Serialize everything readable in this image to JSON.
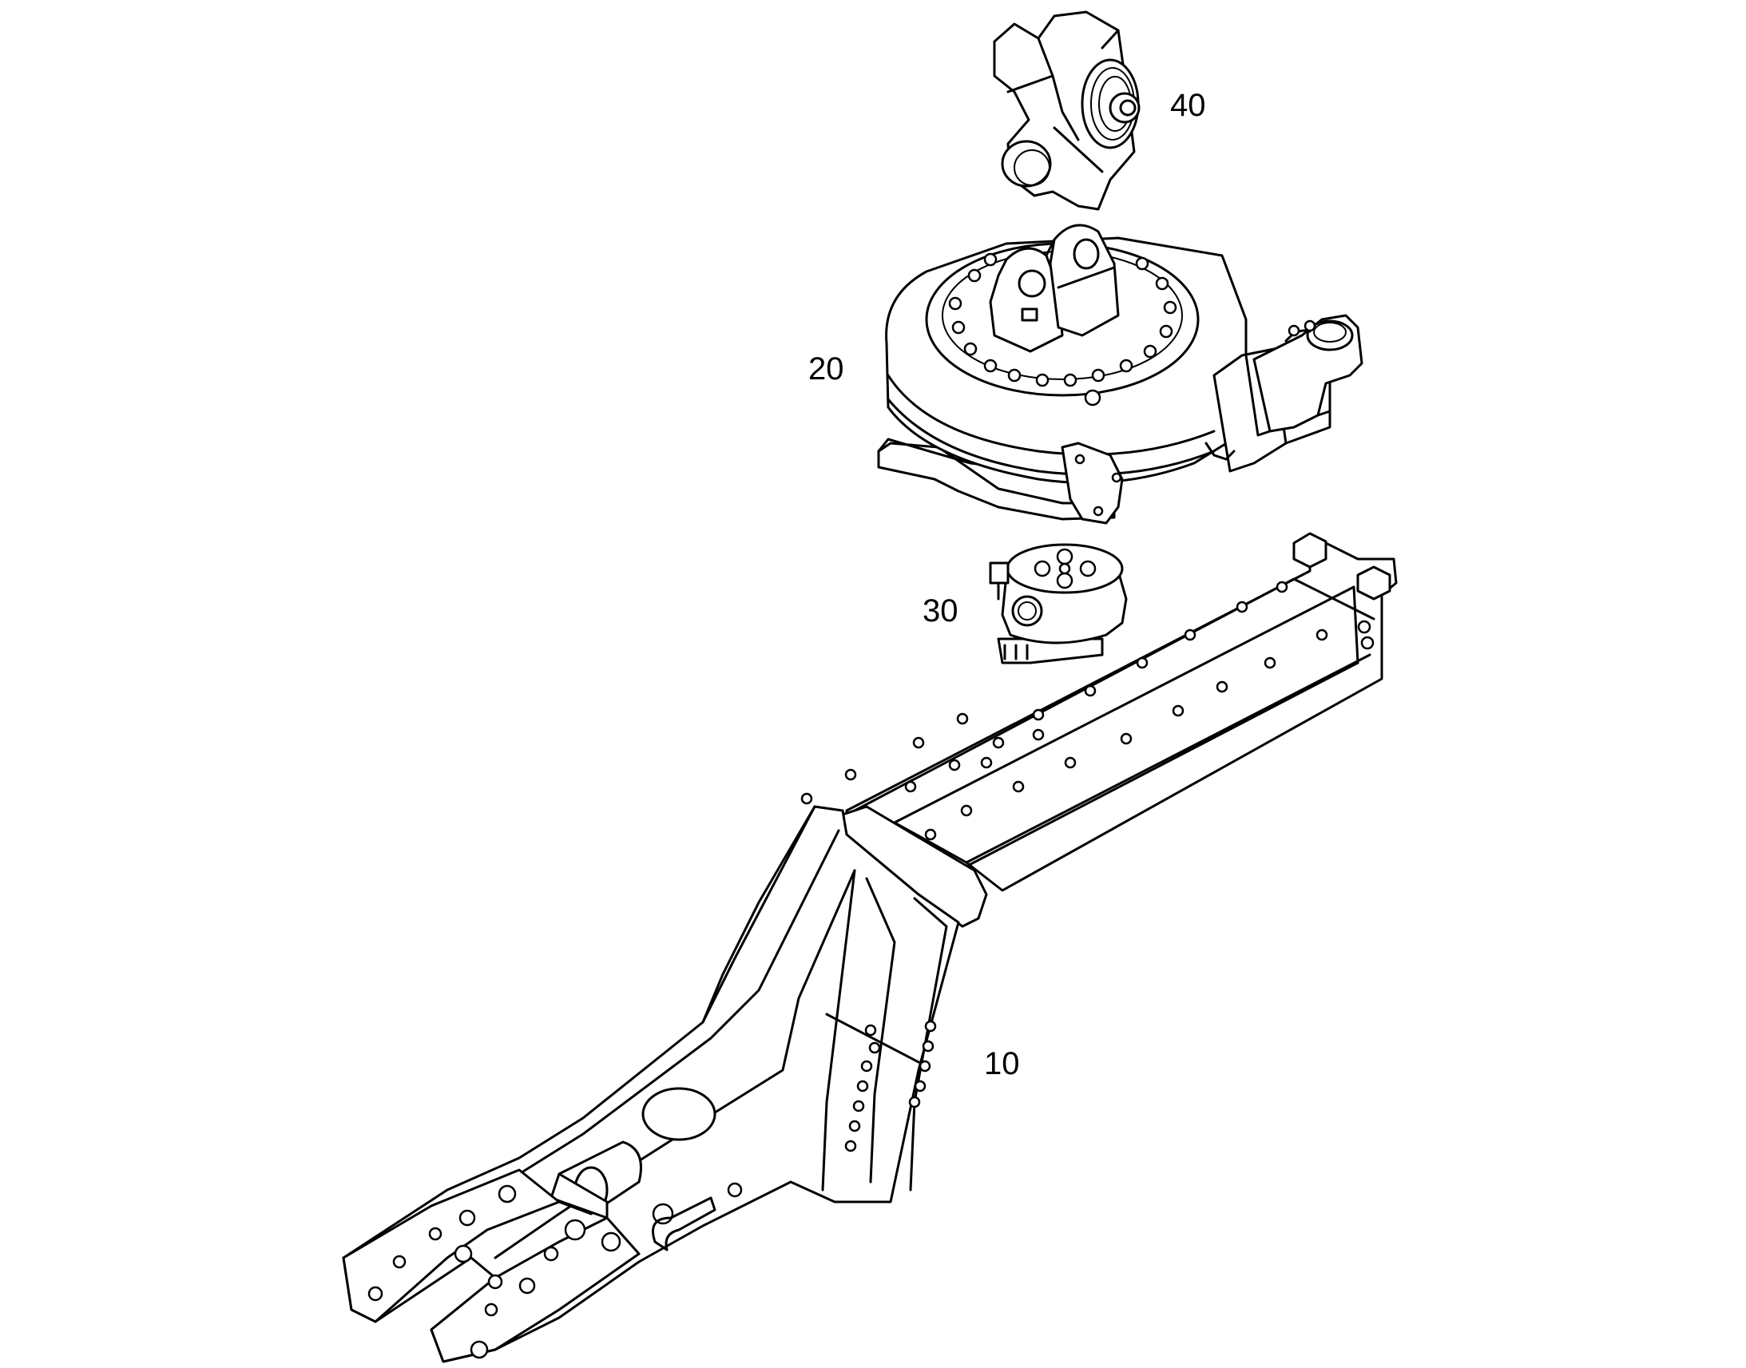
{
  "callouts": [
    {
      "id": "frame",
      "text": "10"
    },
    {
      "id": "slewing-ring",
      "text": "20"
    },
    {
      "id": "swivel-joint",
      "text": "30"
    },
    {
      "id": "valve-block",
      "text": "40"
    }
  ],
  "colors": {
    "line": "#000000",
    "background": "#ffffff"
  }
}
